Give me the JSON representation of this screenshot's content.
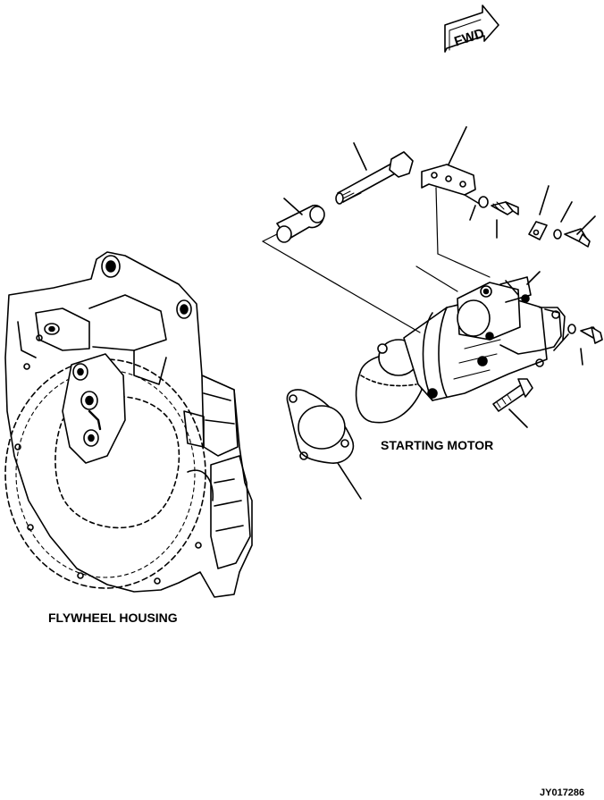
{
  "labels": {
    "starting_motor": "STARTING MOTOR",
    "flywheel_housing": "FLYWHEEL HOUSING",
    "drawing_code": "JY017286"
  },
  "fwd_arrow": {
    "text": "FWD"
  }
}
